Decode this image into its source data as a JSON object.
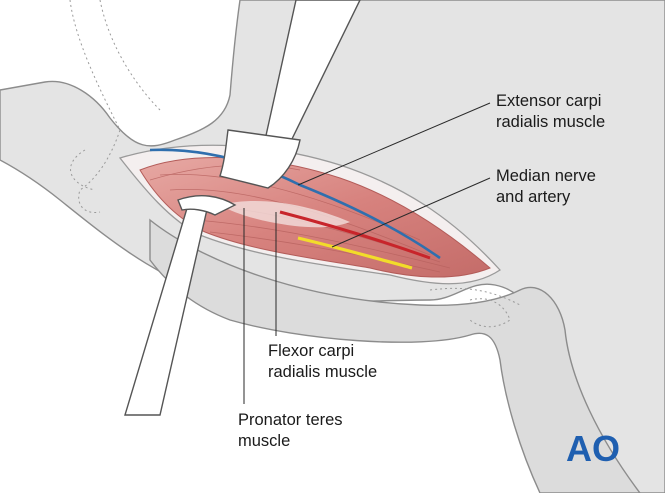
{
  "labels": {
    "extensor_carpi_radialis": "Extensor carpi\nradialis muscle",
    "median_nerve_artery": "Median nerve\nand artery",
    "flexor_carpi_radialis": "Flexor carpi\nradialis muscle",
    "pronator_teres": "Pronator teres\nmuscle"
  },
  "logo": {
    "text": "AO",
    "color": "#1f5fb0"
  },
  "colors": {
    "limb": "#e3e3e3",
    "outline": "#8a8a8a",
    "muscle": "#d98c88",
    "nerve": "#f2dc2a",
    "artery": "#c8252b",
    "vein": "#2f6fae",
    "retractor": "#ffffff"
  }
}
